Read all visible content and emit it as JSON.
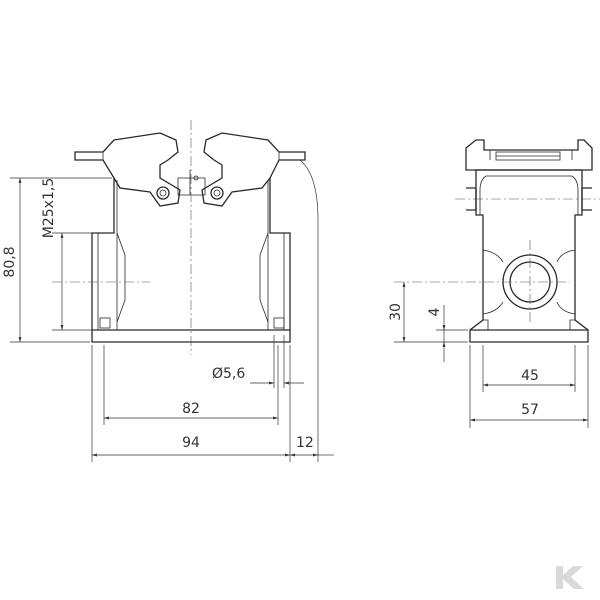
{
  "drawing": {
    "front_view": {
      "thread_label": "M25x1,5",
      "height_label": "80,8",
      "hole_label": "Ø5,6",
      "inner_width_label": "82",
      "outer_width_label": "94",
      "offset_label": "12"
    },
    "side_view": {
      "height_label": "30",
      "base_thickness_label": "4",
      "inner_width_label": "45",
      "outer_width_label": "57"
    },
    "brand_logo": "K"
  }
}
